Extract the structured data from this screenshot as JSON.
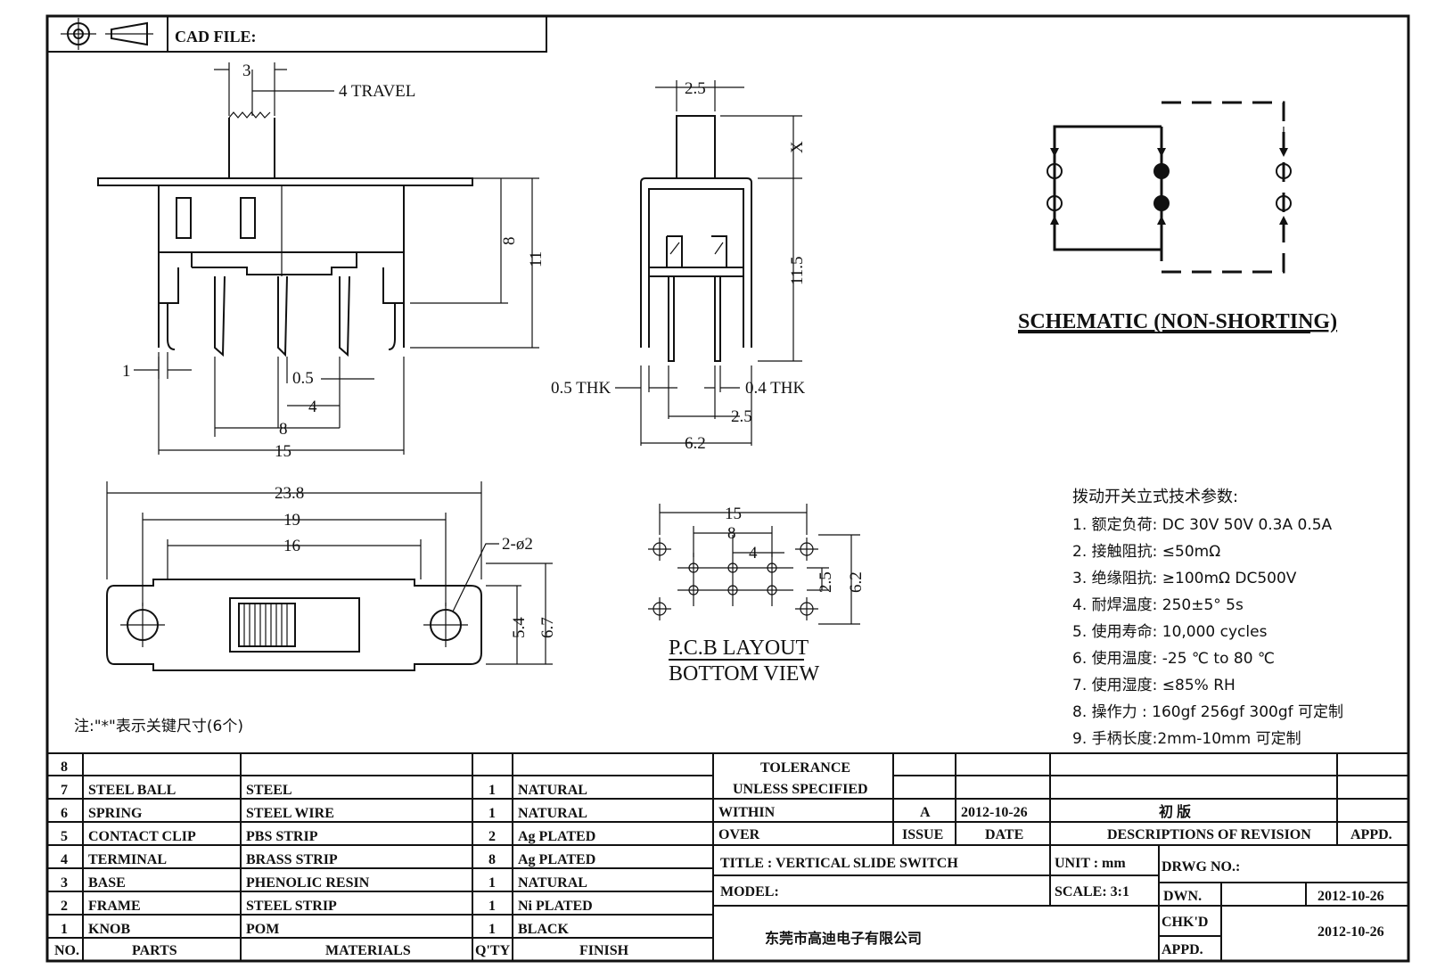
{
  "header": {
    "cad_file_label": "CAD FILE:"
  },
  "side_view": {
    "dims": {
      "top_width": "3",
      "travel": "4  TRAVEL",
      "height_8": "8",
      "height_11": "11",
      "pin_1": "1",
      "pin_05": "0.5",
      "pitch_4": "4",
      "span_8": "8",
      "width_15": "15"
    }
  },
  "front_view": {
    "dims": {
      "knob_25": "2.5",
      "x": "X",
      "height_115": "11.5",
      "thk_05": "0.5  THK",
      "thk_04": "0.4  THK",
      "pitch_25": "2.5",
      "width_62": "6.2"
    }
  },
  "schematic": {
    "title": "SCHEMATIC (NON-SHORTING)"
  },
  "top_view": {
    "dims": {
      "overall": "23.8",
      "w19": "19",
      "w16": "16",
      "holes": "2-ø2",
      "h54": "5.4",
      "h67": "6.7"
    }
  },
  "pcb_layout": {
    "title": "P.C.B LAYOUT",
    "subtitle": "BOTTOM  VIEW",
    "dims": {
      "w15": "15",
      "w8": "8",
      "w4": "4",
      "h25": "2.5",
      "h62": "6.2"
    }
  },
  "note": "注:\"*\"表示关键尺寸(6个)",
  "specs": {
    "title": "拨动开关立式技术参数:",
    "items": [
      "1.  额定负荷: DC 30V    50V    0.3A    0.5A",
      "2.  接触阻抗:  ≤50mΩ",
      "3.  绝缘阻抗:  ≥100mΩ   DC500V",
      "4.  耐焊温度: 250±5°  5s",
      "5.  使用寿命: 10,000 cycles",
      "6.  使用温度: -25  ℃  to 80  ℃",
      "7.  使用湿度:  ≤85% RH",
      "8.  操作力 : 160gf    256gf    300gf   可定制",
      "9.  手柄长度:2mm-10mm   可定制"
    ]
  },
  "bom": {
    "headers": {
      "no": "NO.",
      "parts": "PARTS",
      "materials": "MATERIALS",
      "qty": "Q'TY",
      "finish": "FINISH"
    },
    "rows": [
      {
        "no": "8",
        "part": "",
        "material": "",
        "qty": "",
        "finish": ""
      },
      {
        "no": "7",
        "part": "STEEL BALL",
        "material": "STEEL",
        "qty": "1",
        "finish": "NATURAL"
      },
      {
        "no": "6",
        "part": "SPRING",
        "material": "STEEL WIRE",
        "qty": "1",
        "finish": "NATURAL"
      },
      {
        "no": "5",
        "part": "CONTACT CLIP",
        "material": "PBS STRIP",
        "qty": "2",
        "finish": "Ag PLATED"
      },
      {
        "no": "4",
        "part": "TERMINAL",
        "material": "BRASS STRIP",
        "qty": "8",
        "finish": "Ag PLATED"
      },
      {
        "no": "3",
        "part": "BASE",
        "material": "PHENOLIC RESIN",
        "qty": "1",
        "finish": "NATURAL"
      },
      {
        "no": "2",
        "part": "FRAME",
        "material": "STEEL STRIP",
        "qty": "1",
        "finish": "Ni PLATED"
      },
      {
        "no": "1",
        "part": "KNOB",
        "material": "POM",
        "qty": "1",
        "finish": "BLACK"
      }
    ]
  },
  "title_block": {
    "tolerance": "TOLERANCE",
    "unless": "UNLESS  SPECIFIED",
    "within": "WITHIN",
    "over": "OVER",
    "issue_value": "A",
    "date_value": "2012-10-26",
    "revision_value": "初  版",
    "issue_label": "ISSUE",
    "date_label": "DATE",
    "desc_label": "DESCRIPTIONS OF REVISION",
    "appd_label": "APPD.",
    "title": "TITLE :   VERTICAL SLIDE SWITCH",
    "unit": "UNIT :  mm",
    "drwg_no": "DRWG NO.:",
    "model": "MODEL:",
    "scale": "SCALE:  3:1",
    "dwn": "DWN.",
    "dwn_date": "2012-10-26",
    "chkd": "CHK'D",
    "chkd_date": "2012-10-26",
    "appd": "APPD.",
    "company": "东莞市高迪电子有限公司"
  }
}
